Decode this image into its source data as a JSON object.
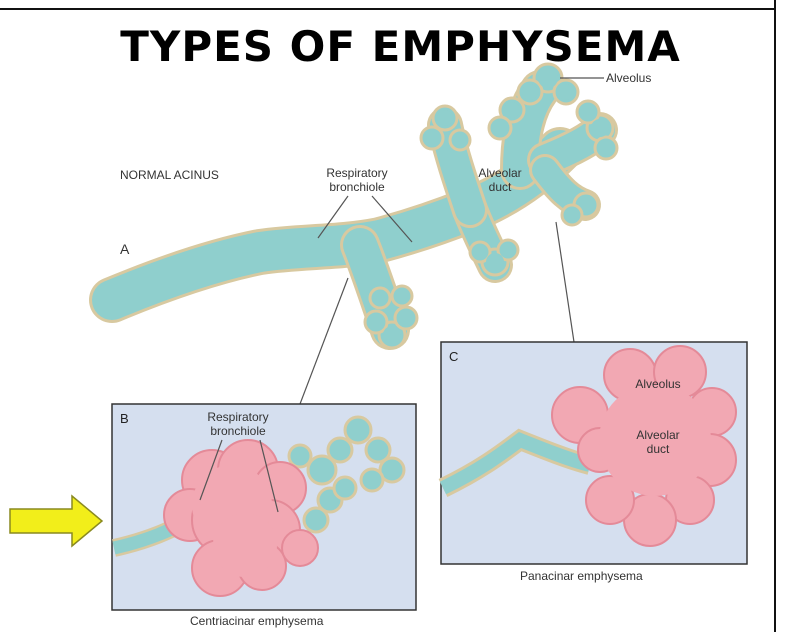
{
  "title": "TYPES OF EMPHYSEMA",
  "normal": {
    "heading": "NORMAL ACINUS",
    "panel": "A",
    "respiratory_bronchiole": "Respiratory bronchiole",
    "alveolar_duct": "Alveolar duct",
    "alveolus": "Alveolus"
  },
  "centriacinar": {
    "panel": "B",
    "respiratory_bronchiole": "Respiratory bronchiole",
    "caption": "Centriacinar emphysema"
  },
  "panacinar": {
    "panel": "C",
    "alveolus": "Alveolus",
    "alveolar_duct": "Alveolar duct",
    "caption": "Panacinar emphysema"
  },
  "colors": {
    "airway": "#8fcfcd",
    "airway_edge": "#d8c9a0",
    "emphysema": "#f2a8b3",
    "panel_bg": "#d5dfef",
    "arrow": "#f2ee1a"
  }
}
